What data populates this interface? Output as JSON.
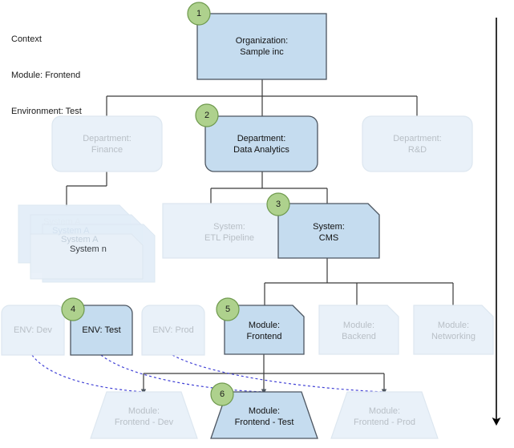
{
  "context": {
    "title": "Context",
    "lines": [
      "Context",
      "Module: Frontend",
      "Environment: Test"
    ],
    "module_line": "Module: Frontend",
    "environment_line": "Environment: Test"
  },
  "colors": {
    "active_fill": "#c5dcef",
    "faded_fill": "#e9f1f9",
    "active_stroke": "#4c5560",
    "faded_stroke": "#dde7f0",
    "active_text": "#111111",
    "faded_text": "#b8bfc6",
    "badge_fill": "#aed18d",
    "badge_stroke": "#6f9a4e",
    "connector": "#333333",
    "dashed_link": "#3f3fd0",
    "arrow": "#000000"
  },
  "levels": [
    {
      "name": "organization",
      "nodes": [
        {
          "id": "org",
          "lines": [
            "Organization:",
            "Sample inc"
          ],
          "state": "active",
          "badge": "1",
          "shape": "rect"
        }
      ]
    },
    {
      "name": "department",
      "nodes": [
        {
          "id": "dept-finance",
          "lines": [
            "Department:",
            "Finance"
          ],
          "state": "faded",
          "badge": null,
          "shape": "rounded"
        },
        {
          "id": "dept-data-analytics",
          "lines": [
            "Department:",
            "Data Analytics"
          ],
          "state": "active",
          "badge": "2",
          "shape": "rounded"
        },
        {
          "id": "dept-rnd",
          "lines": [
            "Department:",
            "R&D"
          ],
          "state": "faded",
          "badge": null,
          "shape": "rounded"
        }
      ]
    },
    {
      "name": "system",
      "nodes": [
        {
          "id": "system-stack",
          "lines": [
            "System A",
            "System A",
            "System A",
            "System n"
          ],
          "state": "faded",
          "badge": null,
          "shape": "cut-corner-stack"
        },
        {
          "id": "system-etl",
          "lines": [
            "System:",
            "ETL Pipeline"
          ],
          "state": "faded",
          "badge": null,
          "shape": "cut-corner"
        },
        {
          "id": "system-cms",
          "lines": [
            "System:",
            "CMS"
          ],
          "state": "active",
          "badge": "3",
          "shape": "cut-corner"
        }
      ]
    },
    {
      "name": "environment",
      "nodes": [
        {
          "id": "env-dev",
          "lines": [
            "ENV: Dev"
          ],
          "state": "faded",
          "badge": null,
          "shape": "round-top"
        },
        {
          "id": "env-test",
          "lines": [
            "ENV: Test"
          ],
          "state": "active",
          "badge": "4",
          "shape": "round-top"
        },
        {
          "id": "env-prod",
          "lines": [
            "ENV: Prod"
          ],
          "state": "faded",
          "badge": null,
          "shape": "round-top"
        }
      ]
    },
    {
      "name": "module",
      "nodes": [
        {
          "id": "module-frontend",
          "lines": [
            "Module:",
            "Frontend"
          ],
          "state": "active",
          "badge": "5",
          "shape": "cut-corner"
        },
        {
          "id": "module-backend",
          "lines": [
            "Module:",
            "Backend"
          ],
          "state": "faded",
          "badge": null,
          "shape": "cut-corner"
        },
        {
          "id": "module-networking",
          "lines": [
            "Module:",
            "Networking"
          ],
          "state": "faded",
          "badge": null,
          "shape": "cut-corner"
        }
      ]
    },
    {
      "name": "module-instance",
      "nodes": [
        {
          "id": "module-frontend-dev",
          "lines": [
            "Module:",
            "Frontend - Dev"
          ],
          "state": "faded",
          "badge": null,
          "shape": "trapezoid"
        },
        {
          "id": "module-frontend-test",
          "lines": [
            "Module:",
            "Frontend - Test"
          ],
          "state": "active",
          "badge": "6",
          "shape": "trapezoid"
        },
        {
          "id": "module-frontend-prod",
          "lines": [
            "Module:",
            "Frontend - Prod"
          ],
          "state": "faded",
          "badge": null,
          "shape": "trapezoid"
        }
      ]
    }
  ],
  "stack_labels": [
    "System A",
    "System A",
    "System A",
    "System n"
  ],
  "badges": [
    "1",
    "2",
    "3",
    "4",
    "5",
    "6"
  ],
  "flow_arrow": {
    "name": "top-to-bottom-flow-arrow",
    "direction": "down"
  }
}
